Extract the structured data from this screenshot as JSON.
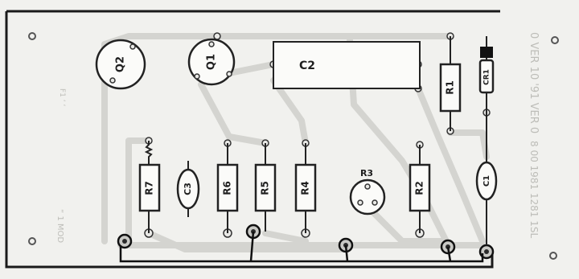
{
  "components": {
    "q2": "Q2",
    "q1": "Q1",
    "c2": "C2",
    "r1": "R1",
    "cr1": "CR1",
    "r7": "R7",
    "c3": "C3",
    "r6": "R6",
    "r5": "R5",
    "r4": "R4",
    "r3": "R3",
    "r2": "R2",
    "c1": "C1"
  },
  "reversed_text": {
    "top_right": "0 VER 10 '91 VER 0",
    "bottom_right": "8 00 1981 1281 1SL",
    "left_note": "“ 1 MOD",
    "left_note_top": "F1 ‘ ‘"
  },
  "colors": {
    "board": "#f1f1ee",
    "trace": "#d4d4d0",
    "outline": "#1a1a1a"
  }
}
